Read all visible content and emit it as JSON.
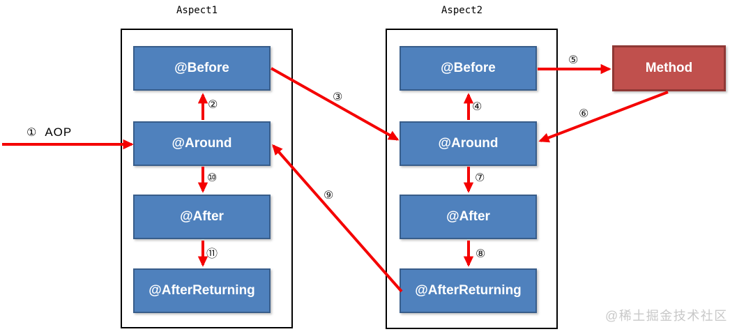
{
  "colors": {
    "aspect-box-fill": "#4f81bd",
    "aspect-box-border": "#385d8a",
    "method-fill": "#c0504d",
    "method-border": "#8f3835",
    "arrow-red": "#f40000",
    "container-border": "#000000",
    "watermark-color": "#c8c8c8"
  },
  "groups": [
    {
      "title": "Aspect1",
      "boxes": [
        {
          "label": "@Before"
        },
        {
          "label": "@Around"
        },
        {
          "label": "@After"
        },
        {
          "label": "@AfterReturning"
        }
      ]
    },
    {
      "title": "Aspect2",
      "boxes": [
        {
          "label": "@Before"
        },
        {
          "label": "@Around"
        },
        {
          "label": "@After"
        },
        {
          "label": "@AfterReturning"
        }
      ]
    }
  ],
  "method": {
    "label": "Method"
  },
  "arrows": [
    {
      "label": "①",
      "text": "AOP",
      "from": "entry",
      "to": "Aspect1.@Around"
    },
    {
      "label": "②",
      "from": "Aspect1.@Around",
      "to": "Aspect1.@Before"
    },
    {
      "label": "③",
      "from": "Aspect1.@Before",
      "to": "Aspect2.@Around"
    },
    {
      "label": "④",
      "from": "Aspect2.@Around",
      "to": "Aspect2.@Before"
    },
    {
      "label": "⑤",
      "from": "Aspect2.@Before",
      "to": "Method"
    },
    {
      "label": "⑥",
      "from": "Method",
      "to": "Aspect2.@Around"
    },
    {
      "label": "⑦",
      "from": "Aspect2.@Around",
      "to": "Aspect2.@After"
    },
    {
      "label": "⑧",
      "from": "Aspect2.@After",
      "to": "Aspect2.@AfterReturning"
    },
    {
      "label": "⑨",
      "from": "Aspect2.@AfterReturning",
      "to": "Aspect1.@Around"
    },
    {
      "label": "⑩",
      "from": "Aspect1.@Around",
      "to": "Aspect1.@After"
    },
    {
      "label": "⑪",
      "from": "Aspect1.@After",
      "to": "Aspect1.@AfterReturning"
    }
  ],
  "watermark": "@稀土掘金技术社区"
}
